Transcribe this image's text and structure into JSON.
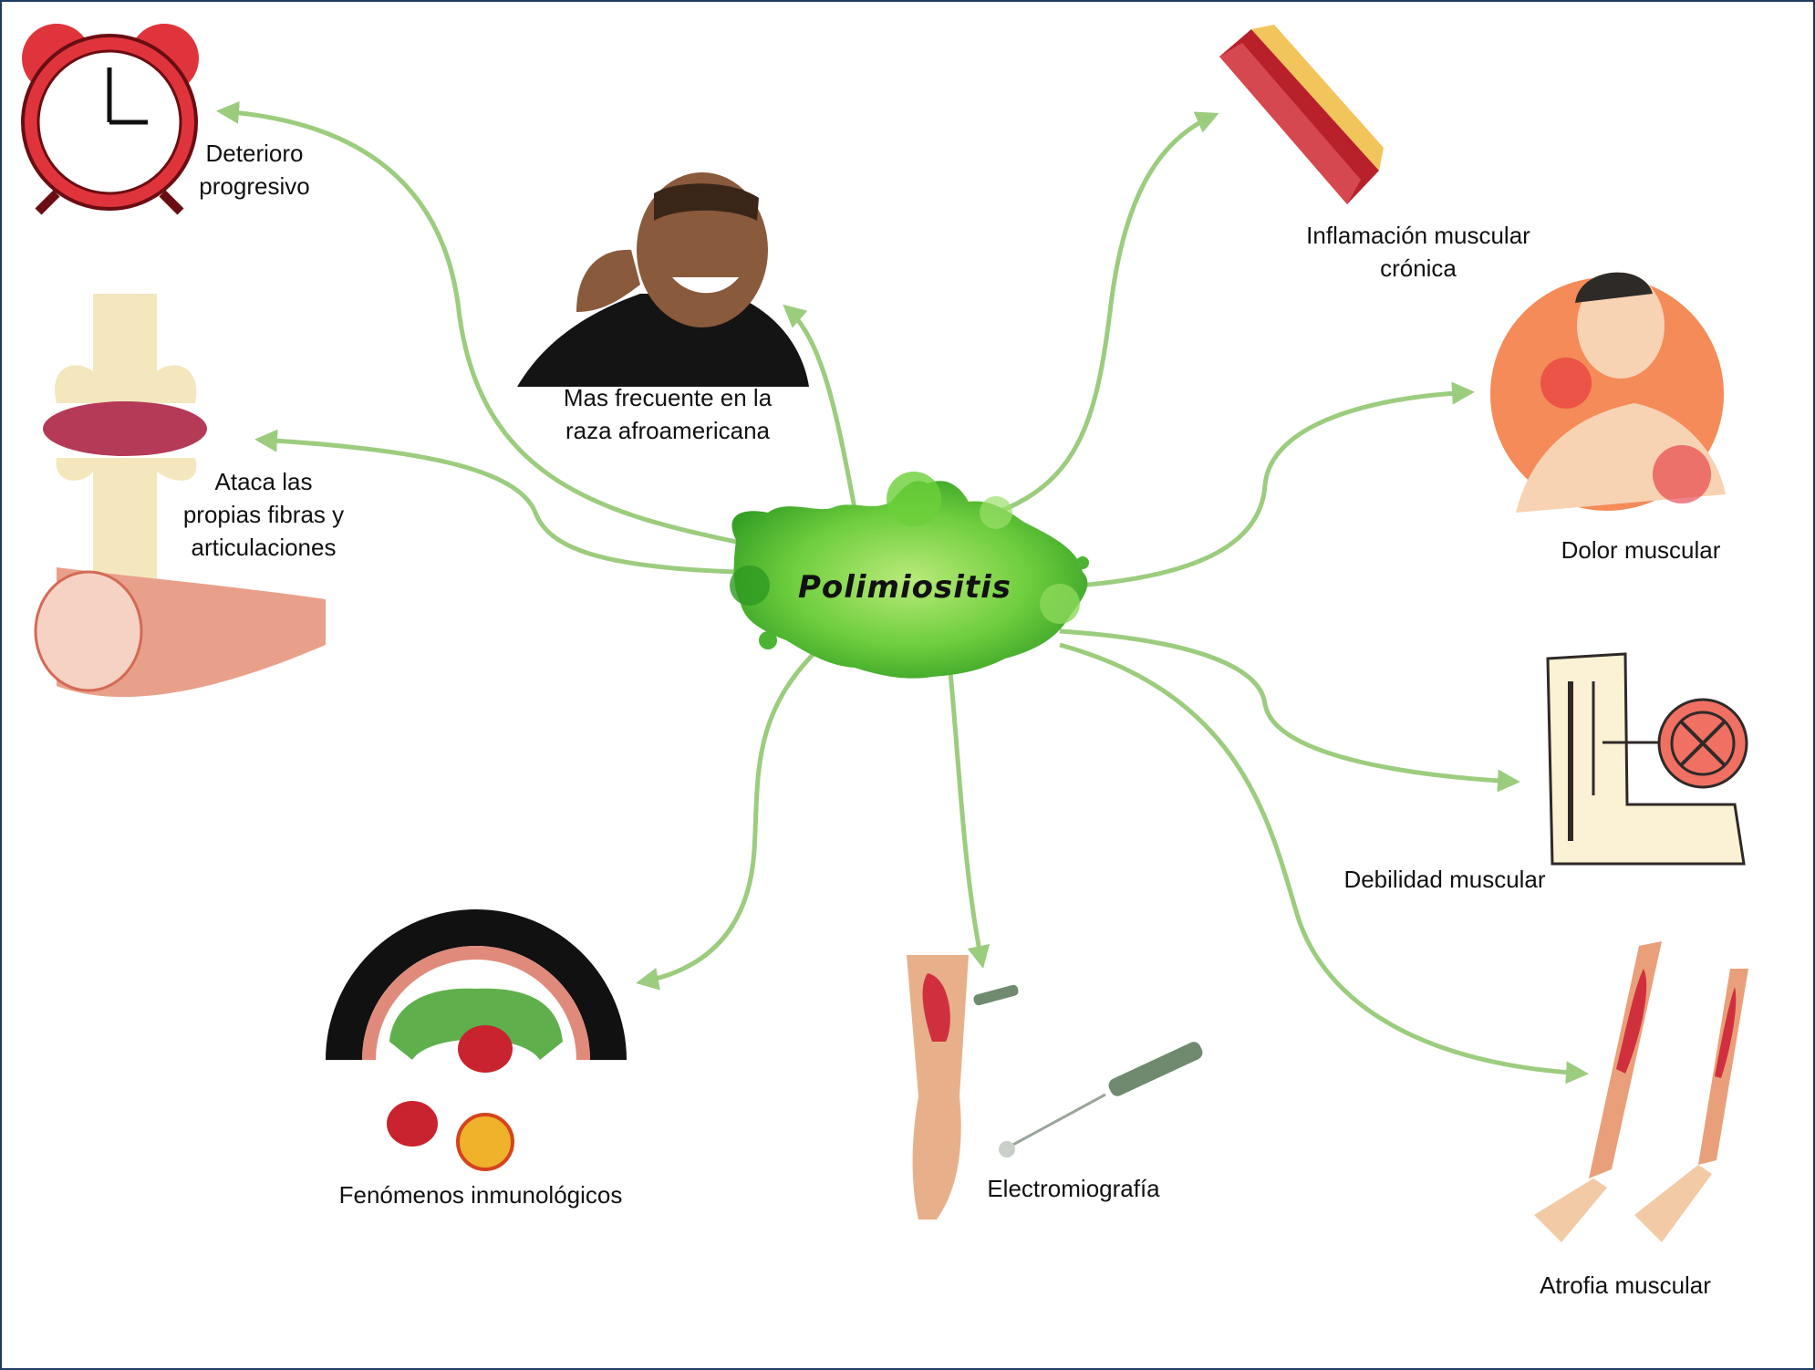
{
  "center": {
    "title": "Polimiositis",
    "color": "#5cc23a"
  },
  "connector_color": "#9ccc7e",
  "nodes": {
    "deterioro": {
      "lines": [
        "Deterioro",
        "progresivo"
      ],
      "icon": "alarm-clock-icon"
    },
    "raza": {
      "lines": [
        "Mas frecuente en la",
        "raza afroamericana"
      ],
      "icon": "smiling-man-icon"
    },
    "inflamacion": {
      "lines": [
        "Inflamación muscular",
        "crónica"
      ],
      "icon": "muscle-tissue-icon"
    },
    "dolor": {
      "lines": [
        "Dolor muscular"
      ],
      "icon": "neck-pain-icon"
    },
    "ataca": {
      "lines": [
        "Ataca las",
        "propias fibras y",
        "articulaciones"
      ],
      "icon": "joint-and-muscle-fiber-icon"
    },
    "debilidad": {
      "lines": [
        "Debilidad muscular"
      ],
      "icon": "weak-arm-icon"
    },
    "atrofia": {
      "lines": [
        "Atrofia muscular"
      ],
      "icon": "arm-anatomy-icon"
    },
    "electro": {
      "lines": [
        "Electromiografía"
      ],
      "icon": "emg-needle-icon"
    },
    "fenomenos": {
      "lines": [
        "Fenómenos inmunológicos"
      ],
      "icon": "immune-cells-icon"
    }
  }
}
